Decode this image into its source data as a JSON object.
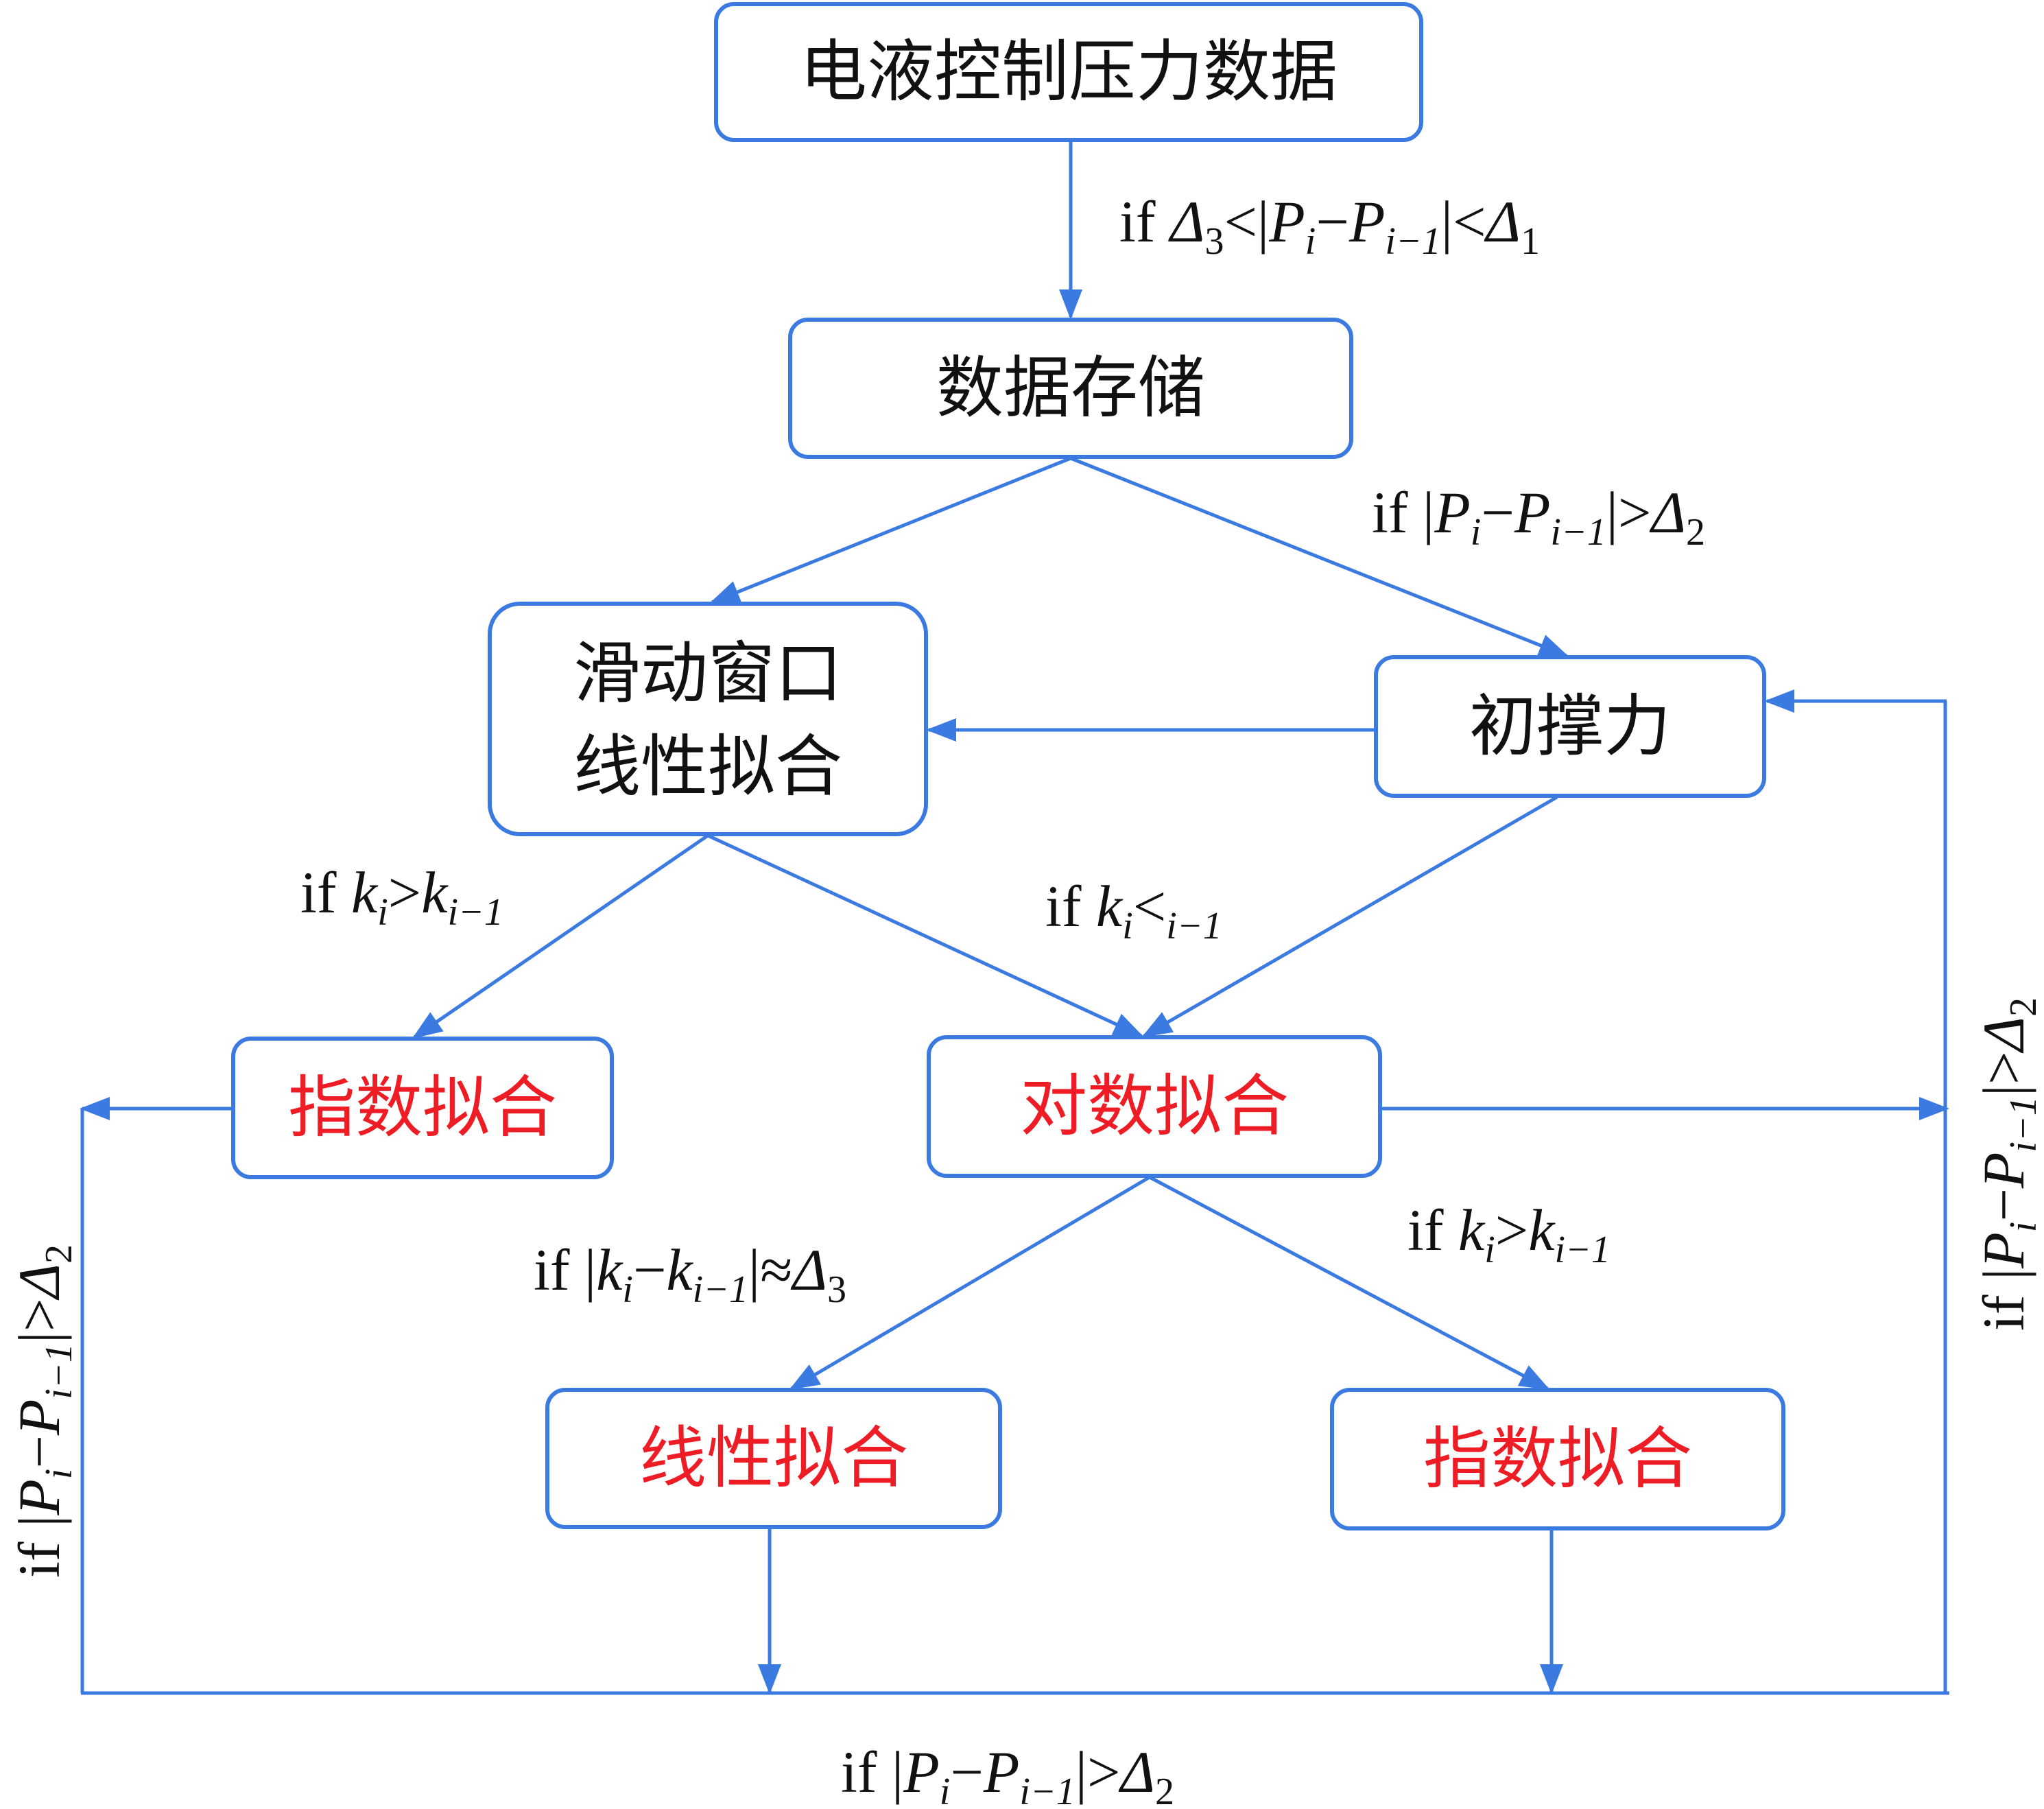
{
  "colors": {
    "line": "#3b7ae1",
    "box_text": "#111111",
    "fit_text": "#ee1c25"
  },
  "nodes": {
    "source": "电液控制压力数据",
    "storage": "数据存储",
    "sliding_line1": "滑动窗口",
    "sliding_line2": "线性拟合",
    "initial": "初撑力",
    "exp_left": "指数拟合",
    "log": "对数拟合",
    "linear": "线性拟合",
    "exp_right": "指数拟合"
  },
  "conditions": {
    "c1": {
      "if": "if",
      "d3": "Δ",
      "d3_sub": "3",
      "lt": "<|",
      "p": "P",
      "i": "i",
      "minus": "−",
      "p2": "P",
      "i1": "i−1",
      "lt2": "|<",
      "d1": "Δ",
      "d1_sub": "1"
    },
    "c2": {
      "if": "if |",
      "p": "P",
      "i": "i",
      "minus": "−",
      "p2": "P",
      "i1": "i−1",
      "gt": "|>",
      "d": "Δ",
      "d_sub": "2"
    },
    "c3": {
      "if": "if",
      "k": "k",
      "i": "i",
      "gt": ">",
      "k2": "k",
      "i1": "i−1"
    },
    "c4": {
      "if": "if",
      "k": "k",
      "i": "i",
      "lt": "<",
      "i1": "i−1"
    },
    "c5": {
      "if": "if |",
      "k": "k",
      "i": "i",
      "minus": "−",
      "k2": "k",
      "i1": "i−1",
      "approx": "|≈",
      "d": "Δ",
      "d_sub": "3"
    },
    "c6": {
      "if": "if",
      "k": "k",
      "i": "i",
      "gt": ">",
      "k2": "k",
      "i1": "i−1"
    },
    "c_left": {
      "if": "if |",
      "p": "P",
      "i": "i",
      "minus": "−",
      "p2": "P",
      "i1": "i−1",
      "gt": "|>",
      "d": "Δ",
      "d_sub": "2"
    },
    "c_right": {
      "if": "if |",
      "p": "P",
      "i": "i",
      "minus": "−",
      "p2": "P",
      "i1": "i−1",
      "gt": "|>",
      "d": "Δ",
      "d_sub": "2"
    },
    "c_bottom": {
      "if": "if |",
      "p": "P",
      "i": "i",
      "minus": "−",
      "p2": "P",
      "i1": "i−1",
      "gt": "|>",
      "d": "Δ",
      "d_sub": "2"
    }
  }
}
